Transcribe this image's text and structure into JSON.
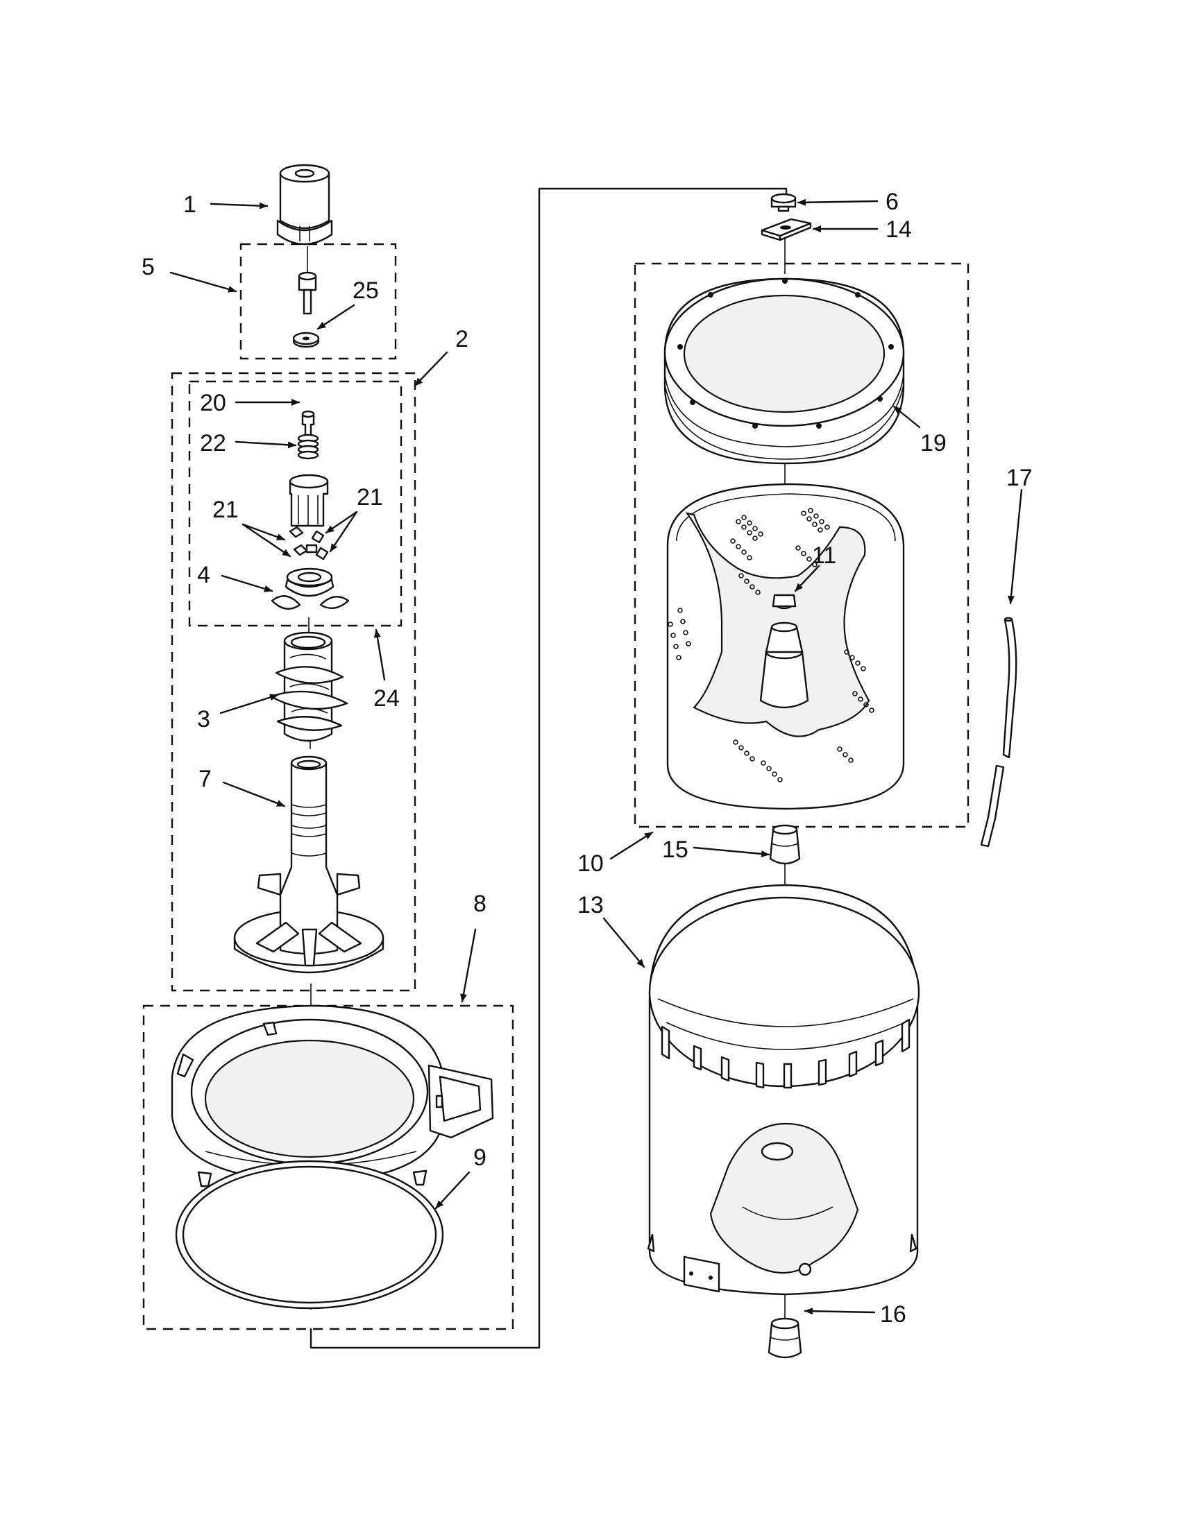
{
  "diagram": {
    "callouts": [
      {
        "id": "1",
        "text": "1"
      },
      {
        "id": "5",
        "text": "5"
      },
      {
        "id": "25",
        "text": "25"
      },
      {
        "id": "2",
        "text": "2"
      },
      {
        "id": "20",
        "text": "20"
      },
      {
        "id": "22",
        "text": "22"
      },
      {
        "id": "21a",
        "text": "21"
      },
      {
        "id": "21b",
        "text": "21"
      },
      {
        "id": "4",
        "text": "4"
      },
      {
        "id": "24",
        "text": "24"
      },
      {
        "id": "3",
        "text": "3"
      },
      {
        "id": "7",
        "text": "7"
      },
      {
        "id": "8",
        "text": "8"
      },
      {
        "id": "9",
        "text": "9"
      },
      {
        "id": "6",
        "text": "6"
      },
      {
        "id": "14",
        "text": "14"
      },
      {
        "id": "19",
        "text": "19"
      },
      {
        "id": "17",
        "text": "17"
      },
      {
        "id": "11",
        "text": "11"
      },
      {
        "id": "10",
        "text": "10"
      },
      {
        "id": "15",
        "text": "15"
      },
      {
        "id": "13",
        "text": "13"
      },
      {
        "id": "16",
        "text": "16"
      }
    ]
  }
}
